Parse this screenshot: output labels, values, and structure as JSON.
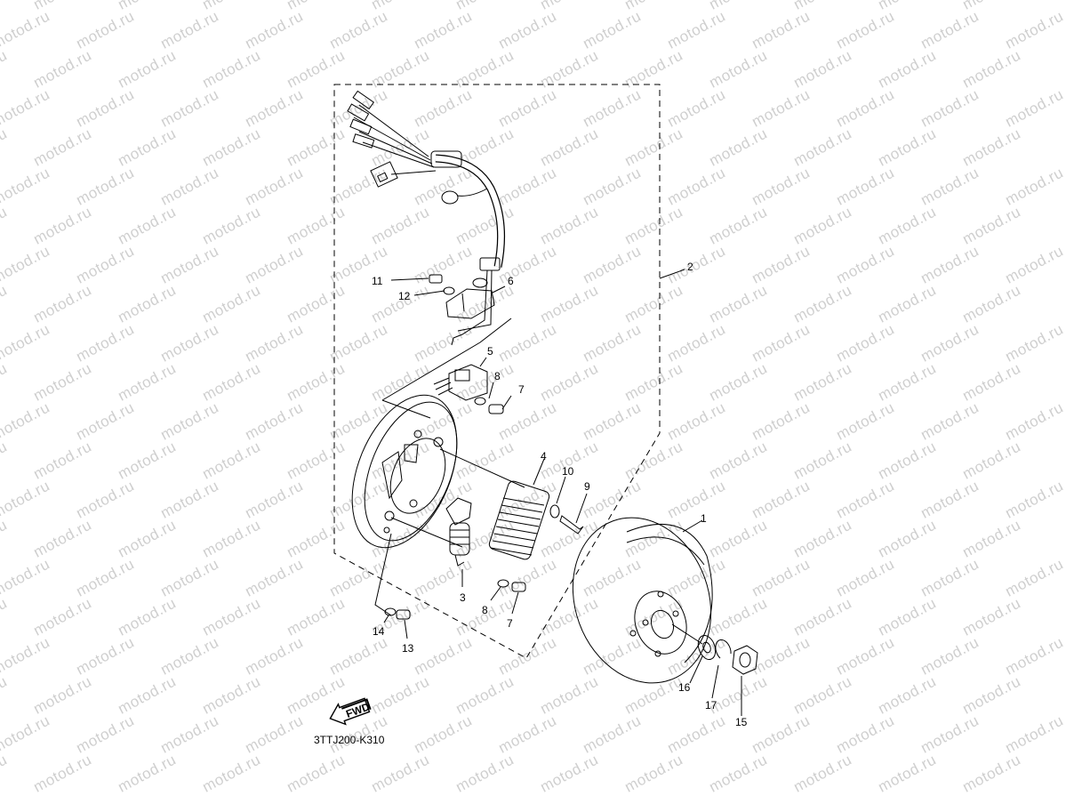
{
  "watermark": "motod.ru",
  "diagram_code": "3TTJ200-K310",
  "fwd_label": "FWD",
  "callouts": {
    "c1": "1",
    "c2": "2",
    "c3": "3",
    "c4": "4",
    "c5": "5",
    "c6": "6",
    "c7a": "7",
    "c7b": "7",
    "c8a": "8",
    "c8b": "8",
    "c9": "9",
    "c10": "10",
    "c11": "11",
    "c12": "12",
    "c13": "13",
    "c14": "14",
    "c15": "15",
    "c16": "16",
    "c17": "17"
  }
}
